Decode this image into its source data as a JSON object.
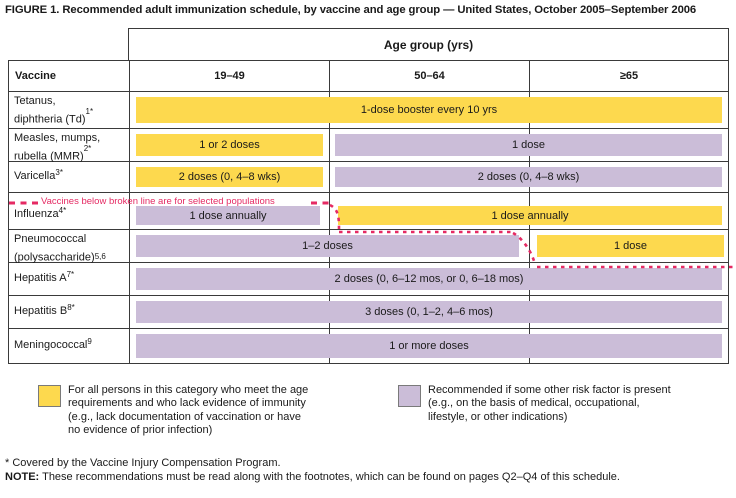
{
  "title": "FIGURE 1. Recommended adult immunization schedule, by vaccine and age group — United States, October 2005–September 2006",
  "colors": {
    "for_all": "#fdd94e",
    "risk_factor": "#cbbdd8",
    "divider_line": "#e52a63",
    "table_border": "#3a3a3a"
  },
  "table": {
    "age_group_header": "Age group (yrs)",
    "vaccine_col_header": "Vaccine",
    "age_columns": [
      "19–49",
      "50–64",
      "≥65"
    ],
    "rows": [
      {
        "label_line1": "Tetanus,",
        "label_line2": "diphtheria (Td)",
        "sup": "1*",
        "bars": [
          {
            "text": "1-dose booster every 10 yrs",
            "ages": "19–49, 50–64, ≥65",
            "category": "for_all"
          }
        ]
      },
      {
        "label_line1": "Measles, mumps,",
        "label_line2": "rubella (MMR)",
        "sup": "2*",
        "bars": [
          {
            "text": "1 or 2 doses",
            "ages": "19–49",
            "category": "for_all"
          },
          {
            "text": "1 dose",
            "ages": "50–64, ≥65",
            "category": "risk_factor"
          }
        ]
      },
      {
        "label_line1": "Varicella",
        "sup": "3*",
        "bars": [
          {
            "text": "2 doses (0, 4–8 wks)",
            "ages": "19–49",
            "category": "for_all"
          },
          {
            "text": "2 doses (0, 4–8 wks)",
            "ages": "50–64, ≥65",
            "category": "risk_factor"
          }
        ]
      },
      {
        "label_line1": "Influenza",
        "sup": "4*",
        "bars": [
          {
            "text": "1 dose annually",
            "ages": "19–49",
            "category": "risk_factor"
          },
          {
            "text": "1 dose annually",
            "ages": "50–64, ≥65",
            "category": "for_all"
          }
        ]
      },
      {
        "label_line1": "Pneumococcal",
        "label_line2": "(polysaccharide)",
        "sup": "5,6",
        "bars": [
          {
            "text": "1–2 doses",
            "ages": "19–49, 50–64",
            "category": "risk_factor"
          },
          {
            "text": "1 dose",
            "ages": "≥65",
            "category": "for_all"
          }
        ]
      },
      {
        "label_line1": "Hepatitis A",
        "sup": "7*",
        "bars": [
          {
            "text": "2 doses (0, 6–12 mos, or 0, 6–18 mos)",
            "ages": "19–49, 50–64, ≥65",
            "category": "risk_factor"
          }
        ]
      },
      {
        "label_line1": "Hepatitis B",
        "sup": "8*",
        "bars": [
          {
            "text": "3 doses (0, 1–2, 4–6 mos)",
            "ages": "19–49, 50–64, ≥65",
            "category": "risk_factor"
          }
        ]
      },
      {
        "label_line1": "Meningococcal",
        "sup": "9",
        "bars": [
          {
            "text": "1 or more doses",
            "ages": "19–49, 50–64, ≥65",
            "category": "risk_factor"
          }
        ]
      }
    ]
  },
  "divider_note": "Vaccines below broken line are for selected populations",
  "legend": [
    {
      "category": "for_all",
      "text": "For all persons in this category who meet the age\nrequirements and who lack evidence of immunity\n(e.g., lack documentation of vaccination or have\nno evidence of prior infection)"
    },
    {
      "category": "risk_factor",
      "text": "Recommended if some other risk factor is present\n(e.g., on the basis of medical, occupational,\nlifestyle, or other indications)"
    }
  ],
  "footnotes": {
    "line1": "* Covered by the Vaccine Injury Compensation Program.",
    "note_label": "NOTE:",
    "note_text": "These recommendations must be read along with the footnotes, which can be found on pages Q2–Q4 of this schedule."
  }
}
